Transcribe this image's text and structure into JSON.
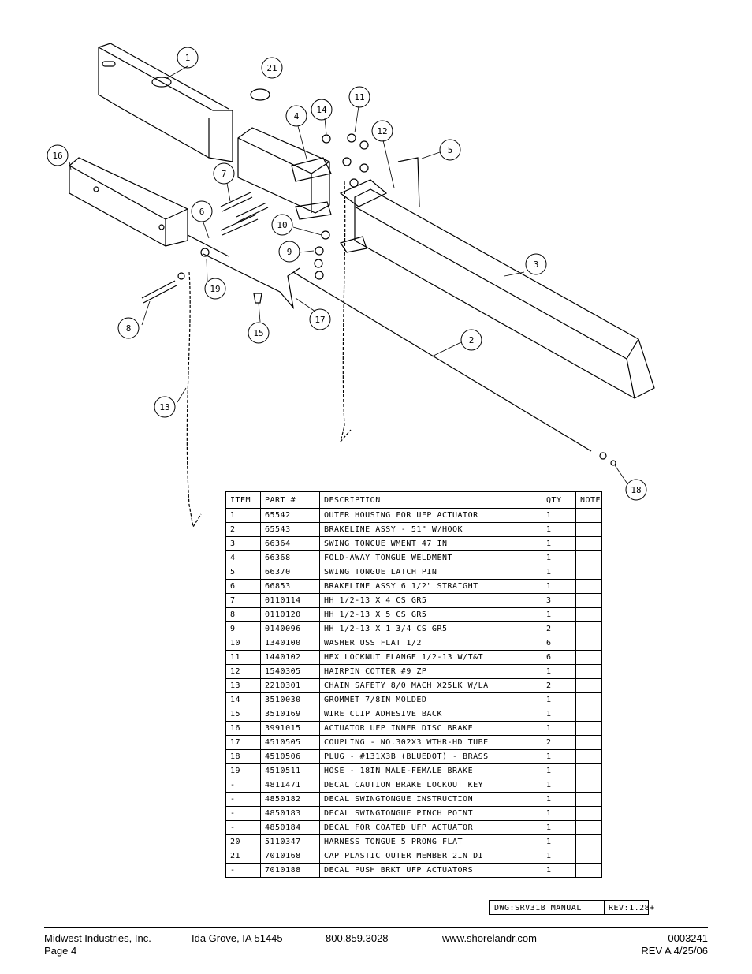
{
  "drawing": {
    "balloons": [
      "1",
      "21",
      "14",
      "11",
      "4",
      "12",
      "5",
      "16",
      "7",
      "6",
      "10",
      "9",
      "19",
      "3",
      "15",
      "17",
      "8",
      "2",
      "13",
      "18"
    ]
  },
  "table": {
    "headers": [
      "ITEM",
      "PART #",
      "DESCRIPTION",
      "QTY",
      "NOTE"
    ],
    "rows": [
      [
        "1",
        "65542",
        "OUTER HOUSING FOR UFP ACTUATOR",
        "1",
        ""
      ],
      [
        "2",
        "65543",
        "BRAKELINE ASSY - 51\" W/HOOK",
        "1",
        ""
      ],
      [
        "3",
        "66364",
        "SWING TONGUE WMENT 47 IN",
        "1",
        ""
      ],
      [
        "4",
        "66368",
        "FOLD-AWAY TONGUE WELDMENT",
        "1",
        ""
      ],
      [
        "5",
        "66370",
        "SWING TONGUE LATCH PIN",
        "1",
        ""
      ],
      [
        "6",
        "66853",
        "BRAKELINE ASSY 6 1/2\" STRAIGHT",
        "1",
        ""
      ],
      [
        "7",
        "0110114",
        "HH 1/2-13 X 4 CS GR5",
        "3",
        ""
      ],
      [
        "8",
        "0110120",
        "HH 1/2-13 X 5 CS GR5",
        "1",
        ""
      ],
      [
        "9",
        "0140096",
        "HH 1/2-13 X 1 3/4 CS GR5",
        "2",
        ""
      ],
      [
        "10",
        "1340100",
        "WASHER USS FLAT 1/2",
        "6",
        ""
      ],
      [
        "11",
        "1440102",
        "HEX LOCKNUT FLANGE 1/2-13 W/T&T",
        "6",
        ""
      ],
      [
        "12",
        "1540305",
        "HAIRPIN COTTER #9 ZP",
        "1",
        ""
      ],
      [
        "13",
        "2210301",
        "CHAIN SAFETY 8/0 MACH X25LK W/LA",
        "2",
        ""
      ],
      [
        "14",
        "3510030",
        "GROMMET  7/8IN MOLDED",
        "1",
        ""
      ],
      [
        "15",
        "3510169",
        "WIRE CLIP  ADHESIVE BACK",
        "1",
        ""
      ],
      [
        "16",
        "3991015",
        "ACTUATOR UFP INNER  DISC BRAKE",
        "1",
        ""
      ],
      [
        "17",
        "4510505",
        "COUPLING - NO.302X3 WTHR-HD TUBE",
        "2",
        ""
      ],
      [
        "18",
        "4510506",
        "PLUG - #131X3B (BLUEDOT) - BRASS",
        "1",
        ""
      ],
      [
        "19",
        "4510511",
        "HOSE - 18IN MALE-FEMALE BRAKE",
        "1",
        ""
      ],
      [
        "-",
        "4811471",
        "DECAL CAUTION BRAKE LOCKOUT KEY",
        "1",
        ""
      ],
      [
        "-",
        "4850182",
        "DECAL SWINGTONGUE INSTRUCTION",
        "1",
        ""
      ],
      [
        "-",
        "4850183",
        "DECAL SWINGTONGUE PINCH POINT",
        "1",
        ""
      ],
      [
        "-",
        "4850184",
        "DECAL FOR COATED UFP ACTUATOR",
        "1",
        ""
      ],
      [
        "20",
        "5110347",
        "HARNESS  TONGUE 5 PRONG FLAT",
        "1",
        ""
      ],
      [
        "21",
        "7010168",
        "CAP  PLASTIC OUTER MEMBER 2IN DI",
        "1",
        ""
      ],
      [
        "-",
        "7010188",
        "DECAL PUSH BRKT UFP ACTUATORS",
        "1",
        ""
      ]
    ]
  },
  "title_block": {
    "dwg": "DWG:SRV31B_MANUAL",
    "rev": "REV:1.28+"
  },
  "footer": {
    "company": "Midwest Industries, Inc.",
    "page": "Page 4",
    "city": "Ida Grove, IA 51445",
    "phone": "800.859.3028",
    "website": "www.shorelandr.com",
    "doc_number": "0003241",
    "revision": "REV A  4/25/06"
  }
}
